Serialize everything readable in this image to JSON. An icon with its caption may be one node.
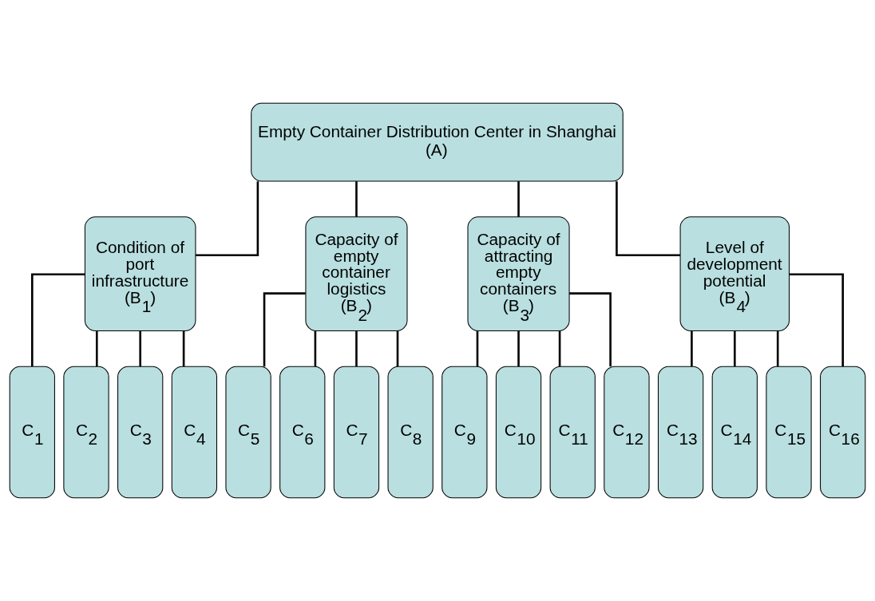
{
  "diagram": {
    "nodes": [
      {
        "text": [
          "Empty Container Distribution Center in Shanghai",
          "(A)"
        ]
      },
      {
        "text": [
          "Condition of port infrastructure",
          "(B$_{1}$)"
        ]
      },
      {
        "text": [
          "Capacity of empty container logistics",
          "(B$_{2}$)"
        ]
      },
      {
        "text": [
          "Capacity of attracting empty containers",
          "(B$_{3}$)"
        ]
      },
      {
        "text": [
          "Level of development potential",
          "(B$_{4}$)"
        ]
      },
      {
        "text": [
          "C$_{1}$"
        ]
      },
      {
        "text": [
          "C$_{2}$"
        ]
      },
      {
        "text": [
          "C$_{3}$"
        ]
      },
      {
        "text": [
          "C$_{4}$"
        ]
      },
      {
        "text": [
          "C$_{5}$"
        ]
      },
      {
        "text": [
          "C$_{6}$"
        ]
      },
      {
        "text": [
          "C$_{7}$"
        ]
      },
      {
        "text": [
          "C$_{8}$"
        ]
      },
      {
        "text": [
          "C$_{9}$"
        ]
      },
      {
        "text": [
          "C$_{10}$"
        ]
      },
      {
        "text": [
          "C$_{11}$"
        ]
      },
      {
        "text": [
          "C$_{12}$"
        ]
      },
      {
        "text": [
          "C$_{13}$"
        ]
      },
      {
        "text": [
          "C$_{14}$"
        ]
      },
      {
        "text": [
          "C$_{15}$"
        ]
      },
      {
        "text": [
          "C$_{16}$"
        ]
      }
    ],
    "edges": [
      {
        "from": 0,
        "to": 1,
        "arrow": "none"
      },
      {
        "from": 0,
        "to": 2,
        "arrow": "none"
      },
      {
        "from": 0,
        "to": 3,
        "arrow": "none"
      },
      {
        "from": 0,
        "to": 4,
        "arrow": "none"
      },
      {
        "from": 1,
        "to": 5,
        "arrow": "none"
      },
      {
        "from": 1,
        "to": 6,
        "arrow": "none"
      },
      {
        "from": 1,
        "to": 7,
        "arrow": "none"
      },
      {
        "from": 1,
        "to": 8,
        "arrow": "none"
      },
      {
        "from": 2,
        "to": 9,
        "arrow": "none"
      },
      {
        "from": 2,
        "to": 10,
        "arrow": "none"
      },
      {
        "from": 2,
        "to": 11,
        "arrow": "none"
      },
      {
        "from": 2,
        "to": 12,
        "arrow": "none"
      },
      {
        "from": 3,
        "to": 13,
        "arrow": "none"
      },
      {
        "from": 3,
        "to": 14,
        "arrow": "none"
      },
      {
        "from": 3,
        "to": 15,
        "arrow": "none"
      },
      {
        "from": 3,
        "to": 16,
        "arrow": "none"
      },
      {
        "from": 4,
        "to": 17,
        "arrow": "none"
      },
      {
        "from": 4,
        "to": 18,
        "arrow": "none"
      },
      {
        "from": 4,
        "to": 19,
        "arrow": "none"
      },
      {
        "from": 4,
        "to": 20,
        "arrow": "none"
      }
    ]
  }
}
